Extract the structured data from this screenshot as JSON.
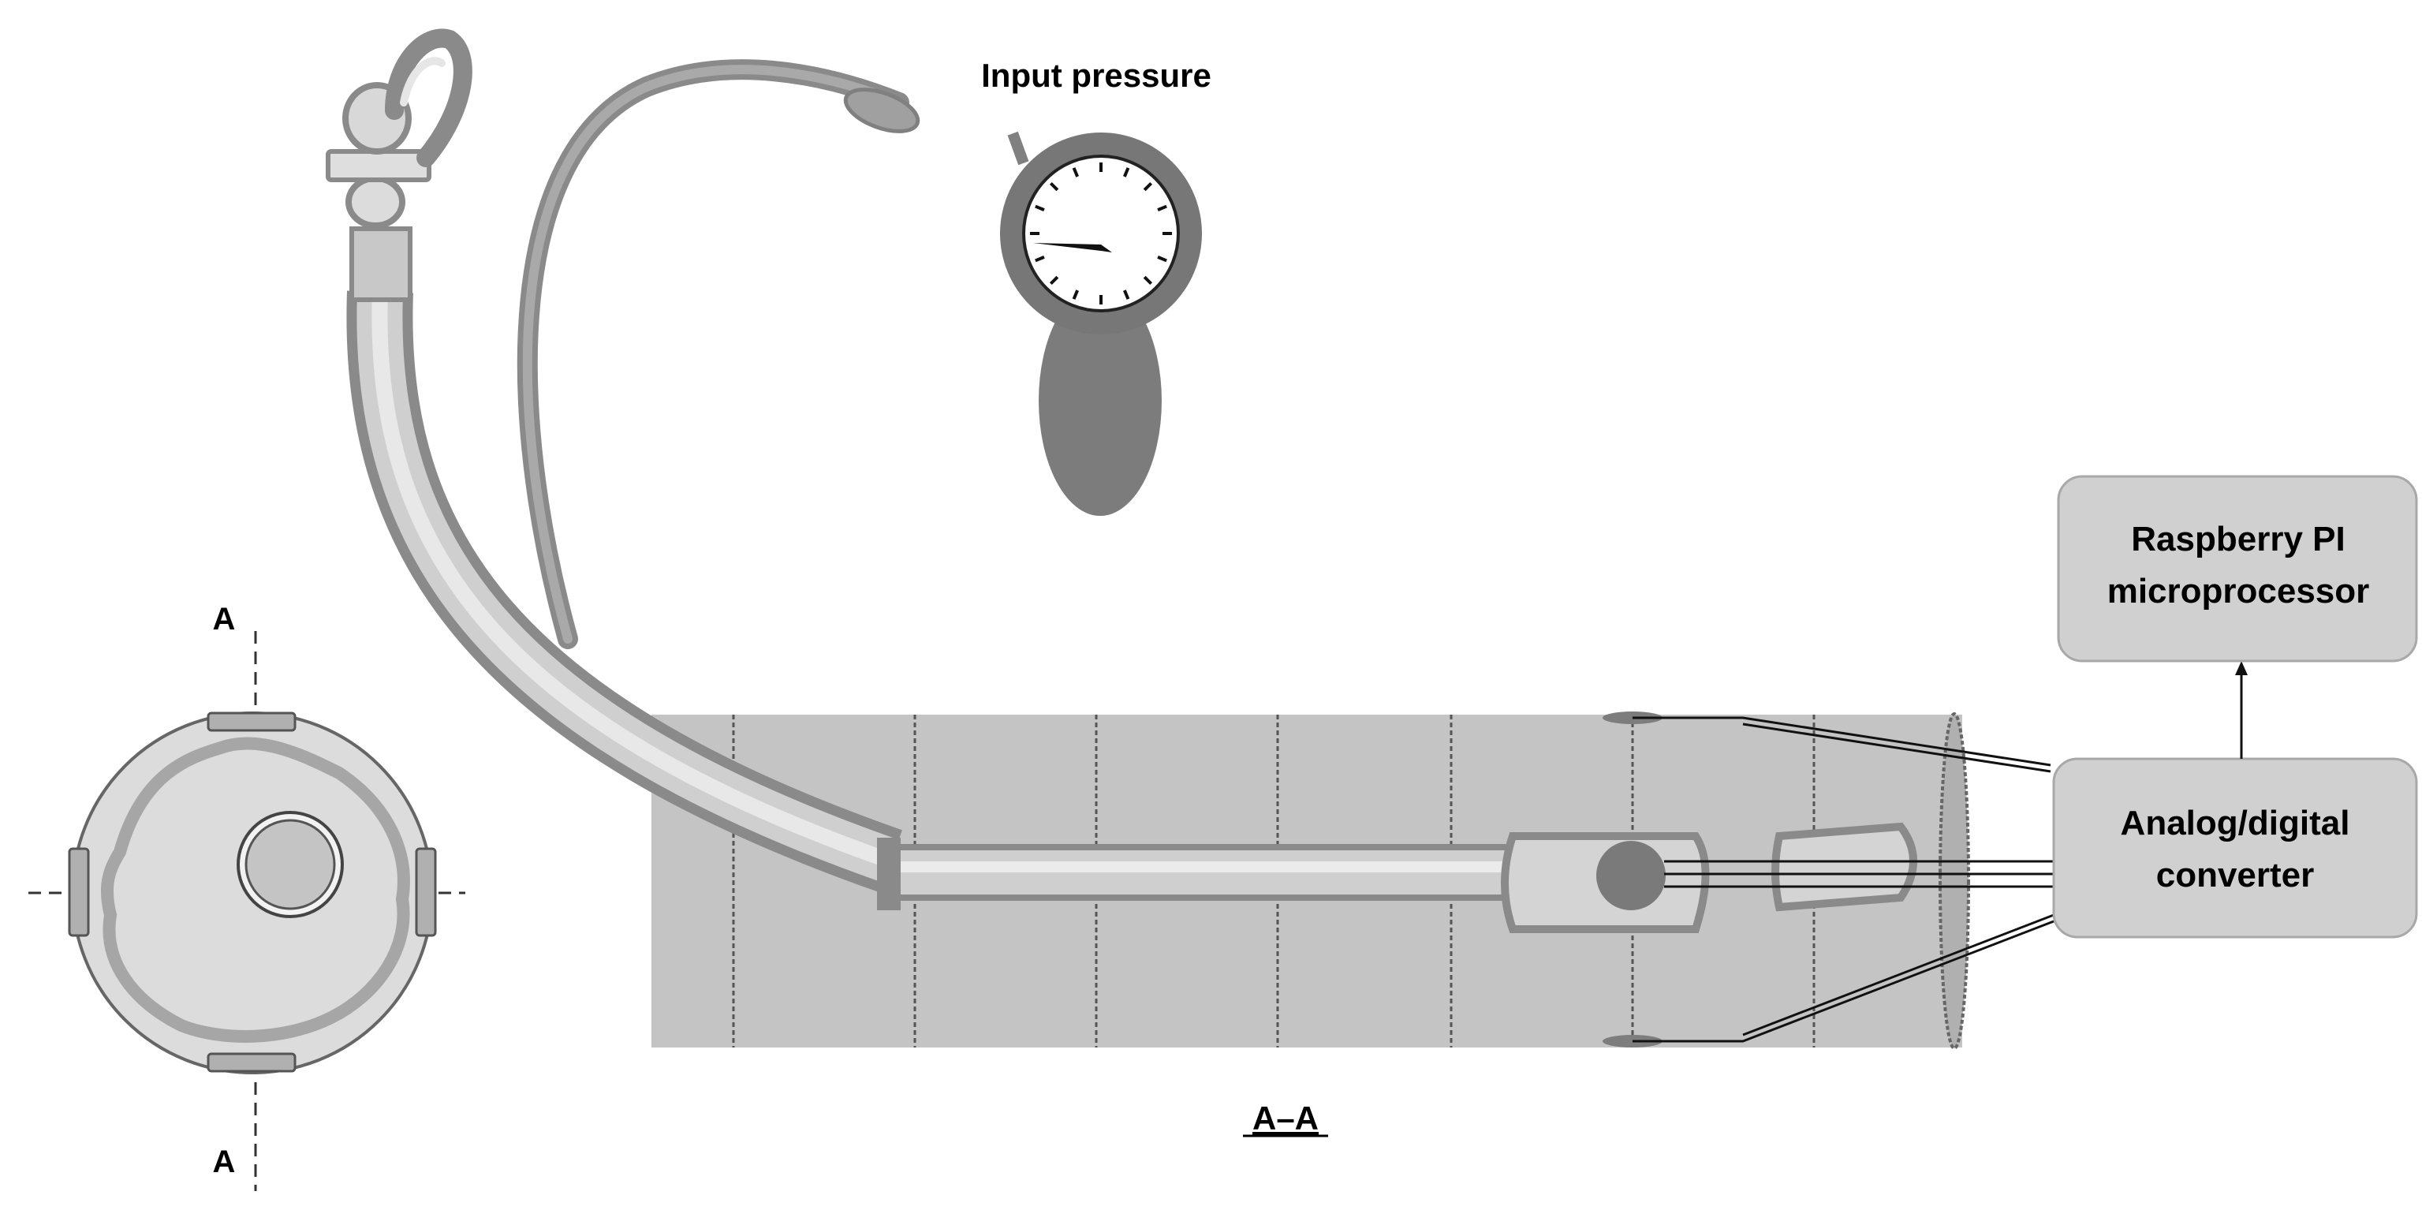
{
  "labels": {
    "input_pressure": "Input pressure",
    "section_top": "A",
    "section_bottom": "A",
    "section_caption": "A–A"
  },
  "boxes": {
    "raspberry": {
      "line1": "Raspberry PI",
      "line2": "microprocessor"
    },
    "adc": {
      "line1": "Analog/digital",
      "line2": "converter"
    }
  },
  "colors": {
    "box_fill": "#d0d0d0",
    "box_stroke": "#a8a8a8",
    "trachea_fill": "#c4c4c4",
    "tube_dark": "#8a8a8a",
    "tube_light": "#e2e2e2",
    "gauge_ring": "#777777",
    "cross_section_fill": "#dcdcdc",
    "cross_section_wave": "#a6a6a6"
  }
}
